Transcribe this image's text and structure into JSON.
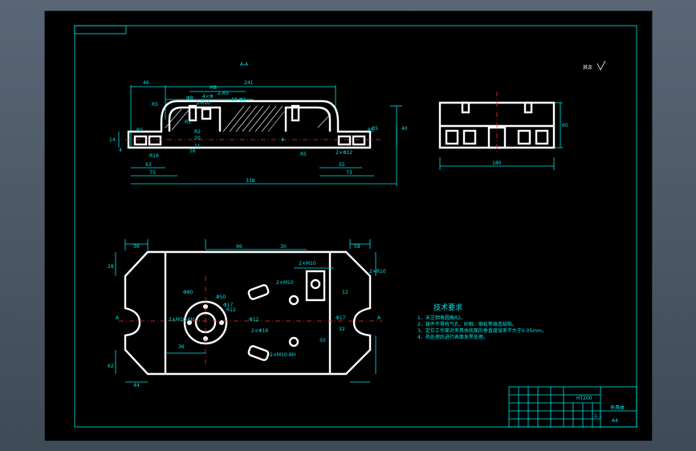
{
  "section_label": "A-A",
  "roughness_note": "其余",
  "upper_view_dims": [
    "46",
    "241",
    "R5",
    "M8",
    "2-R5",
    "Φ8",
    "10-Φ1",
    "3-R10",
    "4×Φ",
    "R1",
    "R2",
    "20",
    "11",
    "14",
    "4",
    "16",
    "4",
    "R5",
    "R5",
    "40",
    "2×Φ12",
    "63",
    "75",
    "R5",
    "55",
    "73",
    "338",
    "R5",
    "R16"
  ],
  "side_view_dims": [
    "180",
    "60"
  ],
  "plan_view_dims": [
    "36",
    "96",
    "30",
    "58",
    "2×M10",
    "Φ80",
    "Φ50",
    "Φ17",
    "R12",
    "2×M10",
    "2×M10-6H",
    "2×M10-6H",
    "Φ12",
    "Φ17",
    "2×Φ16",
    "32",
    "12",
    "36",
    "50",
    "2×R10",
    "28",
    "62",
    "44",
    "A",
    "A"
  ],
  "tech_req": {
    "title": "技术要求",
    "items": [
      "1、未注倒角圆角R2。",
      "2、铸件不得有气孔、砂眼、缩松等铸造缺陷。",
      "3、定位工作面对夹具体底面的垂直度误差不大于0.05mm。",
      "4、热处理后进行表面发黑处理。"
    ]
  },
  "title_block": {
    "material": "HT200",
    "part_name": "夹具体",
    "scale": "1:1",
    "sheet": "A4"
  }
}
